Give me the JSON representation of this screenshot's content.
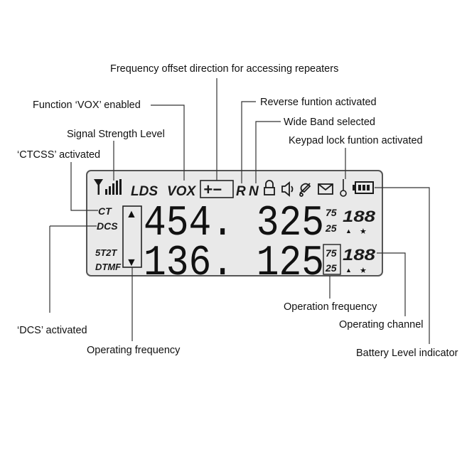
{
  "callouts": {
    "freq_offset": "Frequency offset direction for accessing repeaters",
    "vox": "Function ‘VOX’ enabled",
    "reverse": "Reverse funtion activated",
    "wide_band": "Wide Band selected",
    "signal": "Signal Strength Level",
    "keypad_lock": "Keypad lock funtion activated",
    "ctcss": "‘CTCSS’ activated",
    "dcs": "‘DCS’ activated",
    "operating_frequency": "Operating frequency",
    "operation_frequency": "Operation frequency",
    "operating_channel": "Operating channel",
    "battery": "Battery Level indicator"
  },
  "lcd": {
    "lds": "LDS",
    "vox": "VOX",
    "plus_minus": "+−",
    "r": "R",
    "n": "N",
    "ct": "CT",
    "dcs": "DCS",
    "tone": "5T2T",
    "dtmf": "DTMF",
    "freq_upper": "454. 325",
    "freq_lower": "136. 125",
    "upper_75": "75",
    "upper_25": "25",
    "lower_75": "75",
    "lower_25": "25",
    "upper_channel": "188",
    "lower_channel": "188",
    "arrow_up": "▲",
    "arrow_down": "▼",
    "small_up": "▲",
    "small_star": "★"
  },
  "icons": [
    "antenna-icon",
    "signal-bars-icon",
    "lock-icon",
    "speaker-icon",
    "bell-icon",
    "envelope-icon",
    "thermometer-icon",
    "battery-icon"
  ],
  "colors": {
    "lcd_bg": "#e9e9e9",
    "lcd_border": "#555555",
    "text": "#111111"
  }
}
